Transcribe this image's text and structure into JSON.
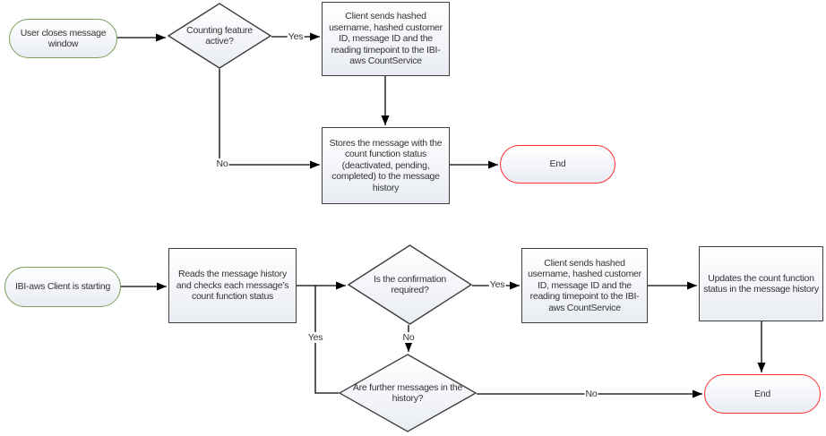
{
  "diagram": {
    "type": "flowchart",
    "colors": {
      "background": "#ffffff",
      "shape_border": "#3f3f3f",
      "start_border": "#7f9e5c",
      "end_border": "#fb2f2f",
      "shape_fill_top": "#feffff",
      "shape_fill_bottom": "#e9ecf2",
      "connector_line": "#000000",
      "text": "#333333"
    },
    "nodes": {
      "start_top": {
        "type": "start-terminator",
        "label": "User closes message window"
      },
      "decision_counting": {
        "type": "decision",
        "label": "Counting feature active?"
      },
      "process_client_sends_top": {
        "type": "process",
        "label": "Client sends hashed username, hashed customer ID, message ID and the reading timepoint to the IBI-aws CountService"
      },
      "process_stores": {
        "type": "process",
        "label": "Stores the message with the count function status (deactivated, pending, completed) to the message history"
      },
      "end_top": {
        "type": "end-terminator",
        "label": "End"
      },
      "start_bottom": {
        "type": "start-terminator",
        "label": "IBI-aws Client is starting"
      },
      "process_reads": {
        "type": "process",
        "label": "Reads the message history and checks each message’s count function status"
      },
      "decision_confirmation": {
        "type": "decision",
        "label": "Is the confirmation required?"
      },
      "process_client_sends_bottom": {
        "type": "process",
        "label": "Client sends hashed username, hashed customer ID, message ID and the reading timepoint to the IBI-aws CountService"
      },
      "process_updates": {
        "type": "process",
        "label": "Updates the count function status in the message history"
      },
      "decision_further": {
        "type": "decision",
        "label": "Are further messages in the history?"
      },
      "end_bottom": {
        "type": "end-terminator",
        "label": "End"
      }
    },
    "edge_labels": {
      "counting_yes": "Yes",
      "counting_no": "No",
      "confirmation_yes": "Yes",
      "confirmation_no": "No",
      "further_yes": "Yes",
      "further_no": "No"
    }
  }
}
